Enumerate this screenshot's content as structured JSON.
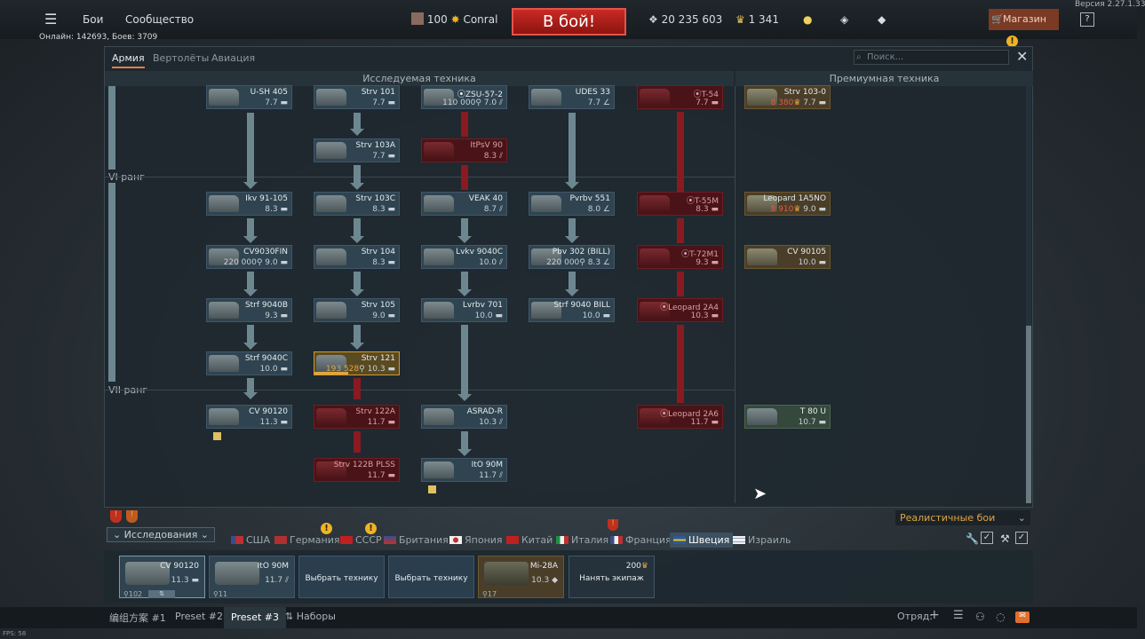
{
  "version": "Версия 2.27.1.33",
  "header": {
    "menu_items": [
      "Бои",
      "Сообщество"
    ],
    "online": "Онлайн: 142693, Боев: 3709",
    "player_level": "100",
    "player_name": "Conral",
    "play_button": "В бой!",
    "silver_lions": "20 235 603",
    "research_points": "1 341",
    "shop_label": "Магазин"
  },
  "panel": {
    "tabs": [
      "Армия",
      "Вертолёты",
      "Авиация"
    ],
    "search_placeholder": "Поиск...",
    "researchable_header": "Исследуемая техника",
    "premium_header": "Премиумная техника",
    "rank6": "VI ранг",
    "rank7": "VII ранг"
  },
  "tree": {
    "col1": [
      {
        "name": "U-SH 405",
        "br": "7.7"
      },
      {
        "name": "Ikv 91-105",
        "br": "8.3"
      },
      {
        "name": "CV9030FIN",
        "rp": "220 000",
        "br": "9.0"
      },
      {
        "name": "Strf 9040B",
        "br": "9.3"
      },
      {
        "name": "Strf 9040C",
        "br": "10.0"
      },
      {
        "name": "CV 90120",
        "br": "11.3"
      }
    ],
    "col2": [
      {
        "name": "Strv 101",
        "br": "7.7"
      },
      {
        "name": "Strv 103A",
        "br": "7.7"
      },
      {
        "name": "Strv 103C",
        "br": "8.3"
      },
      {
        "name": "Strv 104",
        "br": "8.3"
      },
      {
        "name": "Strv 105",
        "br": "9.0"
      },
      {
        "name": "Strv 121",
        "rp": "193 528",
        "br": "10.3"
      },
      {
        "name": "Strv 122A",
        "br": "11.7"
      },
      {
        "name": "Strv 122B PLSS",
        "br": "11.7"
      }
    ],
    "col3": [
      {
        "name": "ZSU-57-2",
        "rp": "110 000",
        "br": "7.0"
      },
      {
        "name": "ItPsV 90",
        "br": "8.3"
      },
      {
        "name": "VEAK 40",
        "br": "8.7"
      },
      {
        "name": "Lvkv 9040C",
        "br": "10.0"
      },
      {
        "name": "Lvrbv 701",
        "br": "10.0"
      },
      {
        "name": "ASRAD-R",
        "br": "10.3"
      },
      {
        "name": "ItO 90M",
        "br": "11.7"
      }
    ],
    "col4": [
      {
        "name": "UDES 33",
        "br": "7.7"
      },
      {
        "name": "Pvrbv 551",
        "br": "8.0"
      },
      {
        "name": "Pbv 302 (BILL)",
        "rp": "220 000",
        "br": "8.3"
      },
      {
        "name": "Strf 9040 BILL",
        "br": "10.0"
      }
    ],
    "col5": [
      {
        "name": "T-54",
        "br": "7.7"
      },
      {
        "name": "T-55M",
        "br": "8.3"
      },
      {
        "name": "T-72M1",
        "br": "9.3"
      },
      {
        "name": "Leopard 2A4",
        "br": "10.3"
      },
      {
        "name": "Leopard 2A6",
        "br": "11.7"
      }
    ],
    "premium": [
      {
        "name": "Strv 103-0",
        "cost": "8 380",
        "br": "7.7"
      },
      {
        "name": "Leopard 1A5NO",
        "cost": "8 910",
        "br": "9.0"
      },
      {
        "name": "CV 90105",
        "br": "10.0"
      },
      {
        "name": "T 80 U",
        "br": "10.7"
      }
    ]
  },
  "mode_select": "Реалистичные бои",
  "research_button": "Исследования",
  "nations": [
    "США",
    "Германия",
    "СССР",
    "Британия",
    "Япония",
    "Китай",
    "Италия",
    "Франция",
    "Швеция",
    "Израиль"
  ],
  "slots": [
    {
      "name": "CV 90120",
      "br": "11.3",
      "crew": "102"
    },
    {
      "name": "ItO 90M",
      "br": "11.7",
      "crew": "11"
    },
    {
      "label": "Выбрать технику"
    },
    {
      "label": "Выбрать технику"
    },
    {
      "name": "Mi-28A",
      "br": "10.3",
      "crew": "17"
    },
    {
      "label": "Нанять экипаж",
      "cost": "200"
    }
  ],
  "presets": [
    "编组方案 #1",
    "Preset #2",
    "Preset #3"
  ],
  "sets_label": "Наборы",
  "squad_label": "Отряд:",
  "fps": "FPS: 58"
}
